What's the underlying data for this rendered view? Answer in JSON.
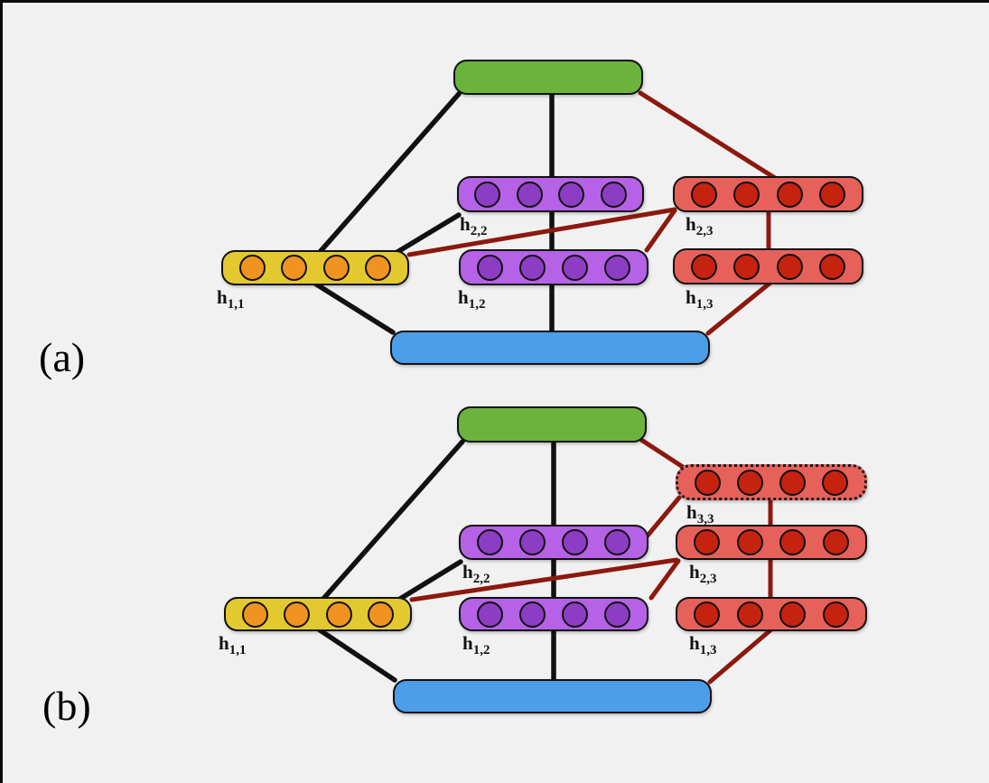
{
  "panels": [
    {
      "tag": "(a)",
      "nodes": {
        "h11": {
          "base": "h",
          "sub": "1,1"
        },
        "h12": {
          "base": "h",
          "sub": "1,2"
        },
        "h13": {
          "base": "h",
          "sub": "1,3"
        },
        "h22": {
          "base": "h",
          "sub": "2,2"
        },
        "h23": {
          "base": "h",
          "sub": "2,3"
        }
      }
    },
    {
      "tag": "(b)",
      "nodes": {
        "h11": {
          "base": "h",
          "sub": "1,1"
        },
        "h12": {
          "base": "h",
          "sub": "1,2"
        },
        "h13": {
          "base": "h",
          "sub": "1,3"
        },
        "h22": {
          "base": "h",
          "sub": "2,2"
        },
        "h23": {
          "base": "h",
          "sub": "2,3"
        },
        "h33": {
          "base": "h",
          "sub": "3,3"
        }
      }
    }
  ],
  "colors": {
    "background": "#f1f1f2",
    "root_bar": "#6cb33e",
    "input_bar": "#4c9ee9",
    "yellow_row": "#e3c930",
    "yellow_unit": "#f09321",
    "purple_row": "#b562e6",
    "purple_unit": "#8d3dc3",
    "red_row": "#e6615a",
    "red_unit": "#c52310",
    "edge_black": "#111111",
    "edge_dark_red": "#8b190e"
  }
}
